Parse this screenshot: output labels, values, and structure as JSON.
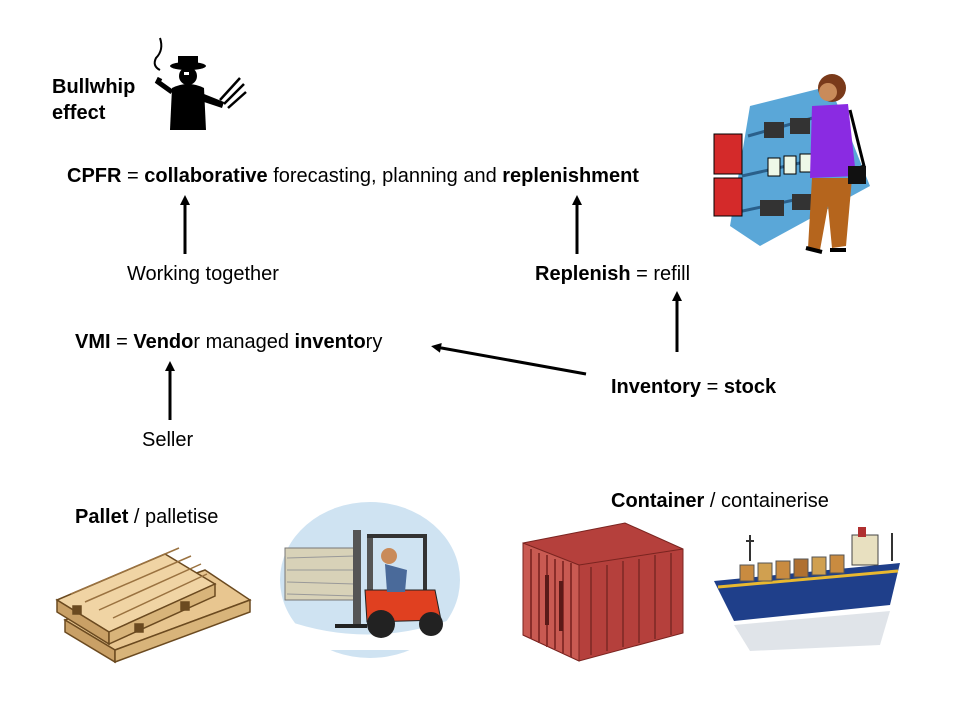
{
  "bullwhip": {
    "line1": "Bullwhip",
    "line2": "effect"
  },
  "cpfr": {
    "abbr": "CPFR",
    "eq": " = ",
    "w1": "collaborative",
    "w2": " forecasting, planning and ",
    "w3": "replenishment"
  },
  "working_together": "Working together",
  "replenish": {
    "word": "Replenish",
    "rest": " = refill"
  },
  "vmi": {
    "abbr": "VMI",
    "eq": " = ",
    "p1": "Vendo",
    "p2": "r managed ",
    "p3": "invento",
    "p4": "ry"
  },
  "inventory": {
    "word": "Inventory",
    "eq": " = ",
    "stock": "stock"
  },
  "seller": "Seller",
  "pallet": {
    "word": "Pallet",
    "rest": " / palletise"
  },
  "container": {
    "word": "Container",
    "rest": " / containerise"
  },
  "colors": {
    "arrow": "#000000",
    "container": "#b5403c",
    "pallet": "#e8c690",
    "ship_hull": "#1f3f8a",
    "shopper": "#8a2be2"
  },
  "icons": [
    "bullwhip-man-icon",
    "shopper-icon",
    "pallet-icon",
    "forklift-icon",
    "container-icon",
    "ship-icon"
  ]
}
